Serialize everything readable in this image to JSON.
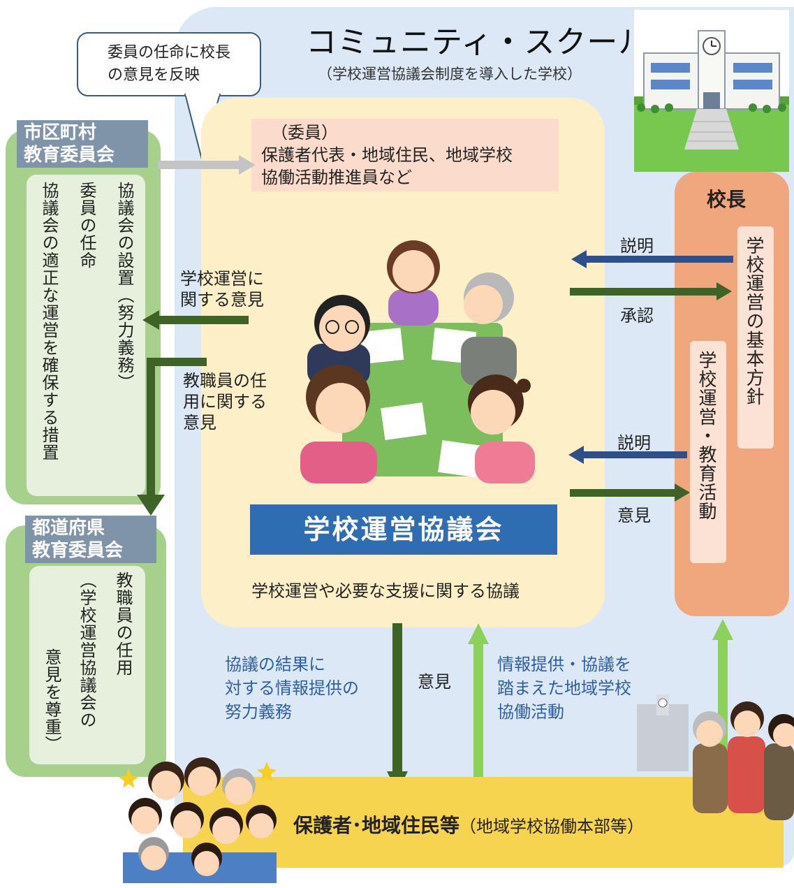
{
  "title": "コミュニティ・スクール",
  "subtitle": "（学校運営協議会制度を導入した学校）",
  "speech_bubble": "委員の任命に校長の意見を反映",
  "municipal_board": {
    "label_line1": "市区町村",
    "label_line2": "教育委員会",
    "col1": "協議会の設置（努力義務）",
    "col2": "委員の任命",
    "col3": "協議会の適正な運営を確保する措置"
  },
  "prefectural_board": {
    "label_line1": "都道府県",
    "label_line2": "教育委員会",
    "col1": "教職員の任用",
    "col2": "（学校運営協議会の",
    "col3": "意見を尊重）"
  },
  "members_box": {
    "line1": "（委員）",
    "line2": "保護者代表・地域住民、地域学校",
    "line3": "協働活動推進員など"
  },
  "council": {
    "name": "学校運営協議会",
    "description": "学校運営や必要な支援に関する協議"
  },
  "principal": {
    "label": "校長",
    "policy": "学校運営の基本方針",
    "activities": "学校運営・教育活動"
  },
  "arrows": {
    "opinion_school_l1": "学校運営に",
    "opinion_school_l2": "関する意見",
    "opinion_staff_l1": "教職員の任",
    "opinion_staff_l2": "用に関する",
    "opinion_staff_l3": "意見",
    "explain1": "説明",
    "approve": "承認",
    "explain2": "説明",
    "opinion_right": "意見",
    "opinion_down": "意見"
  },
  "bottom_texts": {
    "left_l1": "協議の結果に",
    "left_l2": "対する情報提供の",
    "left_l3": "努力義務",
    "right_l1": "情報提供・協議を",
    "right_l2": "踏まえた地域学校",
    "right_l3": "協働活動"
  },
  "community": {
    "label": "保護者･地域住民等",
    "sub": "（地域学校協働本部等）"
  },
  "colors": {
    "dark_green": "#3f6327",
    "light_green": "#8bd15a",
    "navy": "#2e4f8c",
    "council_blue": "#2f6db3",
    "principal_orange": "#f0a77d",
    "bg_blue": "#dce8f5",
    "cream": "#fdf0c8",
    "yellow": "#f7d44f"
  }
}
